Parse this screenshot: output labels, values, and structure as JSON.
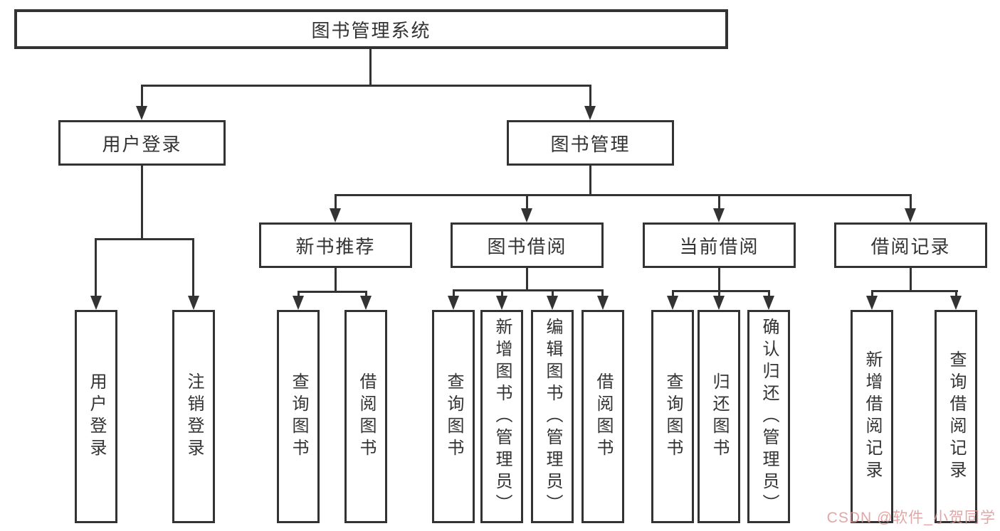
{
  "tree": {
    "root": {
      "label": "图书管理系统"
    },
    "level1": [
      {
        "label": "用户登录",
        "children": [
          {
            "label": "用户登录"
          },
          {
            "label": "注销登录"
          }
        ]
      },
      {
        "label": "图书管理",
        "children": [
          {
            "label": "新书推荐",
            "children": [
              {
                "label": "查询图书"
              },
              {
                "label": "借阅图书"
              }
            ]
          },
          {
            "label": "图书借阅",
            "children": [
              {
                "label": "查询图书"
              },
              {
                "label": "新增图书（管理员）"
              },
              {
                "label": "编辑图书（管理员）"
              },
              {
                "label": "借阅图书"
              }
            ]
          },
          {
            "label": "当前借阅",
            "children": [
              {
                "label": "查询图书"
              },
              {
                "label": "归还图书"
              },
              {
                "label": "确认归还（管理员）"
              }
            ]
          },
          {
            "label": "借阅记录",
            "children": [
              {
                "label": "新增借阅记录"
              },
              {
                "label": "查询借阅记录"
              }
            ]
          }
        ]
      }
    ]
  },
  "watermark": {
    "text": "CSDN @软件_小贺同学",
    "color": "#de9696"
  },
  "colors": {
    "line": "#333333",
    "background": "#ffffff",
    "text": "#333333"
  }
}
